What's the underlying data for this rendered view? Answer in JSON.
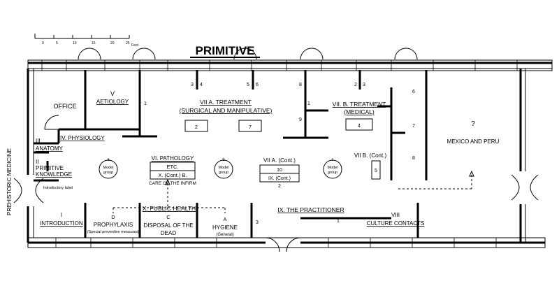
{
  "title": "PRIMITIVE",
  "side_label": "PREHISTORIC MEDICINE",
  "scale": {
    "ticks": [
      "0",
      "5",
      "10",
      "15",
      "20",
      "25"
    ],
    "unit": "Feet"
  },
  "rooms": {
    "office": "OFFICE",
    "aetiology_num": "V",
    "aetiology": "AETIOLOGY",
    "physiology": "IV. PHYSIOLOGY",
    "anatomy_num": "III",
    "anatomy": "ANATOMY",
    "primitive_knowledge_num": "II",
    "primitive_knowledge_1": "PRIMITIVE",
    "primitive_knowledge_2": "KNOWLEDGE",
    "introductory_label": "Introductory label",
    "introduction_num": "I",
    "introduction": "INTRODUCTION",
    "treatment_a_1": "VII A. TREATMENT",
    "treatment_a_2": "(SURGICAL AND MANIPULATIVE)",
    "treatment_b_1": "VII. B. TREATMENT",
    "treatment_b_2": "(MEDICAL)",
    "pathology": "VI. PATHOLOGY",
    "pathology_etc": "ETC.",
    "pathology_cont": "X. (Cont.) B.",
    "care_of_infirm": "CARE OF THE INFIRM",
    "treatment_a_cont": "VII A. (Cont.)",
    "treatment_a_cont_box1": "10",
    "treatment_a_cont_box2": "IX. (Cont.)",
    "treatment_a_cont_2": "2",
    "treatment_b_cont": "VII B. (Cont.)",
    "treatment_b_cont_box": "5",
    "mexico_q": "?",
    "mexico": "MEXICO AND PERU",
    "public_health": "X. PUBLIC HEALTH",
    "practitioner": "IX. THE PRACTITIONER",
    "culture_num": "VIII",
    "culture": "CULTURE CONTACTS",
    "prophylaxis_letter": "D",
    "prophylaxis": "PROPHYLAXIS",
    "prophylaxis_sub": "(Special preventive measures)",
    "disposal_letter": "C",
    "disposal_1": "DISPOSAL OF THE",
    "disposal_2": "DEAD",
    "hygiene_letter": "A",
    "hygiene": "HYGIENE",
    "hygiene_sub": "(General)",
    "model_group": "Model",
    "model_group_2": "group",
    "model_a": "a",
    "model_b": "b",
    "model_c": "c"
  },
  "case_numbers": {
    "n1": "1",
    "n3a": "3",
    "n4": "4",
    "n5": "5",
    "n6": "6",
    "n8a": "8",
    "n1b": "1",
    "n9": "9",
    "n2a": "2",
    "n3b": "3",
    "n6b": "6",
    "n7": "7",
    "n8b": "8",
    "box2": "2",
    "box7": "7",
    "box4": "4",
    "n3c": "3",
    "n1c": "1"
  }
}
